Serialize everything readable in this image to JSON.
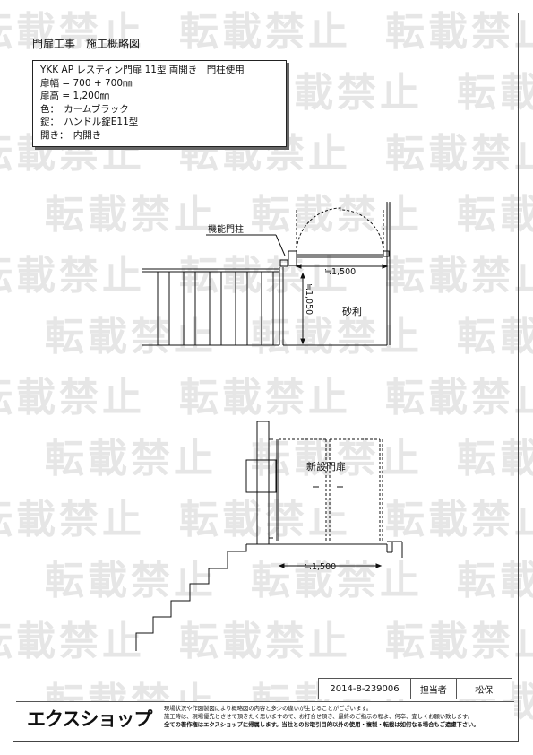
{
  "title": "門扉工事　施工概略図",
  "spec": {
    "product": "YKK AP レスティン門扉 11型 両開き　門柱使用",
    "width": "扉幅 = 700 + 700㎜",
    "height": "扉高 = 1,200㎜",
    "color": "色：　カームブラック",
    "lock": "錠：　ハンドル錠E11型",
    "opening": "開き：　内開き"
  },
  "plan": {
    "post_label": "機能門柱",
    "width_dim": "≒1,500",
    "depth_dim": "≒1,050",
    "gravel_label": "砂利"
  },
  "elevation": {
    "gate_label": "新設門扉",
    "width_dim": "≒1,500"
  },
  "watermark": "転載禁止",
  "footer": {
    "doc_number": "2014-8-239006",
    "manager_label": "担当者",
    "manager_name": "松保",
    "logo": "エクスショップ",
    "notes": [
      "現場状況や作図製図により概略図の内容と多少の違いが生じることがございます。",
      "施工時は、現場優先とさせて頂きたく思いますので、お打合せ頂き、最終のご指示の程よ、何卒、宜しくお願い致します。",
      "全ての著作権はエクスショップに帰属します。当社とのお取引目的以外の使用・複製・転載は如何なる場合もご遠慮下さい。"
    ]
  }
}
